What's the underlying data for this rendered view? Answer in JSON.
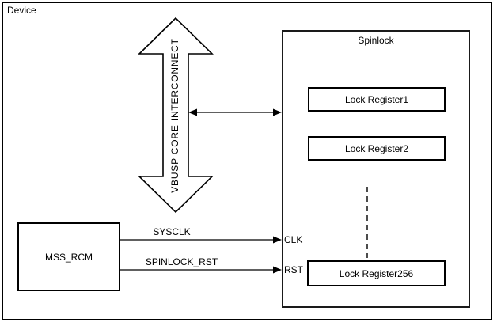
{
  "device": {
    "label": "Device"
  },
  "interconnect": {
    "label": "VBUSP CORE INTERCONNECT"
  },
  "spinlock": {
    "title": "Spinlock",
    "registers": [
      {
        "label": "Lock Register1"
      },
      {
        "label": "Lock Register2"
      },
      {
        "label": "Lock Register256"
      }
    ],
    "ports": {
      "clk": "CLK",
      "rst": "RST"
    }
  },
  "mss_rcm": {
    "label": "MSS_RCM"
  },
  "signals": {
    "sysclk": {
      "label": "SYSCLK"
    },
    "spinlock_rst": {
      "label": "SPINLOCK_RST"
    }
  },
  "colors": {
    "line": "#000000",
    "background": "#ffffff",
    "text": "#000000"
  }
}
